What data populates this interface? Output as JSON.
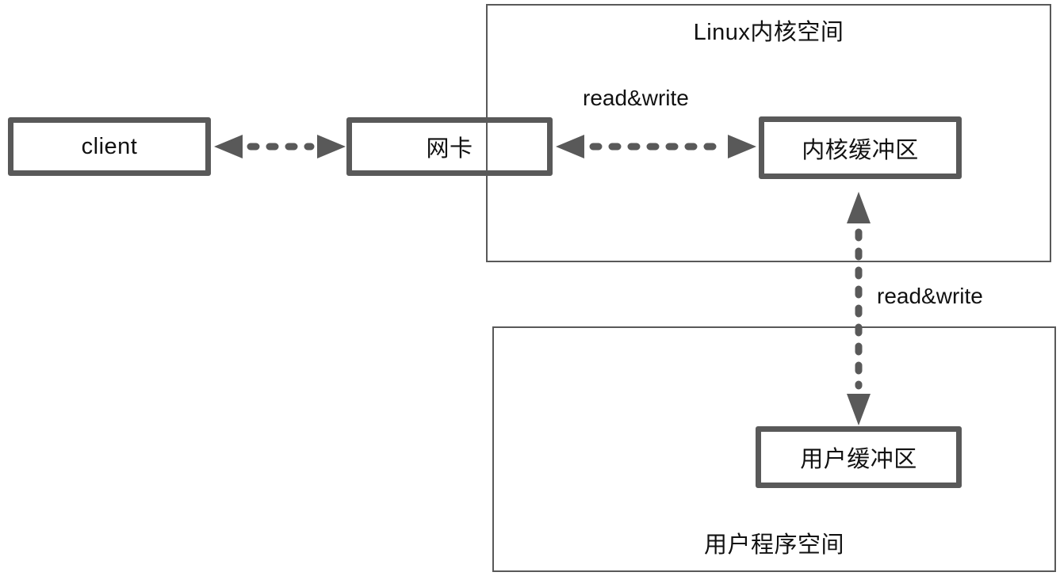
{
  "nodes": {
    "client": {
      "label": "client"
    },
    "nic": {
      "label": "网卡"
    },
    "kernel_buffer": {
      "label": "内核缓冲区"
    },
    "user_buffer": {
      "label": "用户缓冲区"
    }
  },
  "containers": {
    "kernel_space": {
      "label": "Linux内核空间"
    },
    "user_space": {
      "label": "用户程序空间"
    }
  },
  "edge_labels": {
    "nic_to_kernel_buffer": "read&write",
    "kernel_buffer_to_user_buffer": "read&write"
  },
  "colors": {
    "stroke": "#595959",
    "text": "#111111",
    "background": "#ffffff"
  }
}
